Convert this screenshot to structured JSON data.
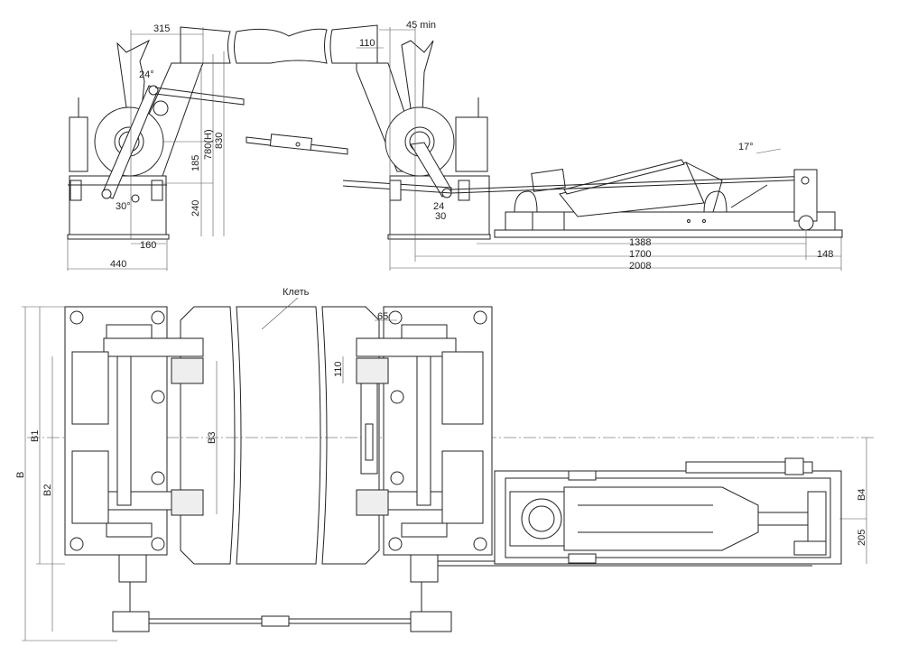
{
  "drawing": {
    "side_view": {
      "dims": {
        "d315": "315",
        "d110": "110",
        "d45min": "45 min",
        "a24_left": "24°",
        "a30_left": "30°",
        "d185": "185",
        "d240": "240",
        "d780h": "780(H)",
        "d830": "830",
        "d160": "160",
        "d440": "440",
        "a17": "17°",
        "a24_right": "24",
        "a30_right": "30",
        "d1388": "1388",
        "d1700": "1700",
        "d2008": "2008",
        "d148": "148"
      }
    },
    "plan_view": {
      "cage_label": "Клеть",
      "dims": {
        "B": "B",
        "B1": "B1",
        "B2": "B2",
        "B3": "B3",
        "B4": "B4",
        "d65": "65",
        "d110": "110",
        "d205": "205"
      }
    }
  }
}
